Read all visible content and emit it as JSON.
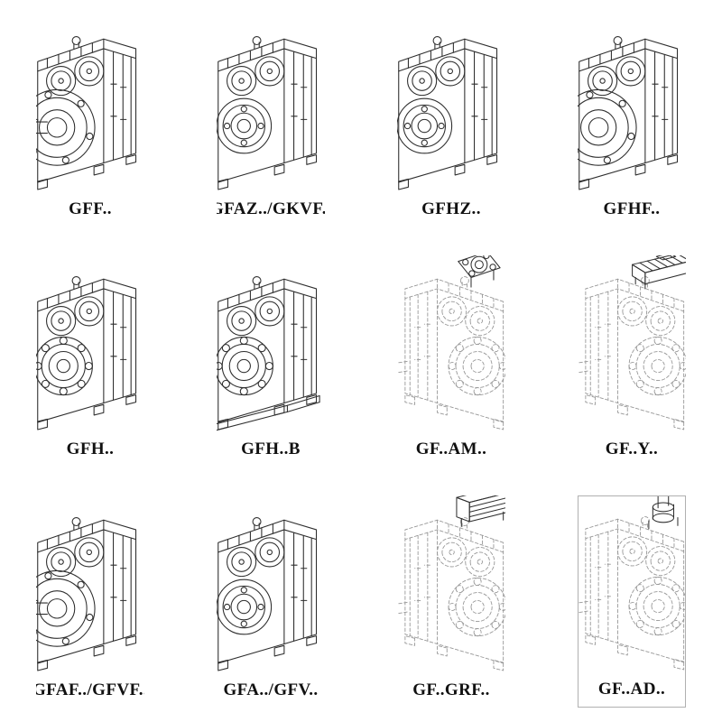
{
  "page": {
    "background": "#ffffff",
    "description": "Gear unit model range catalog sheet"
  },
  "colors": {
    "line_solid": "#2e2e2e",
    "line_dashed": "#979797",
    "label_text": "#111111",
    "cell_border": "#b0b0b0"
  },
  "catalog": {
    "items": [
      {
        "label": "GFF..",
        "drawing": "gearbox-flange-shaft-solid"
      },
      {
        "label": "GFAZ../GKVF..",
        "drawing": "gearbox-hollow-shaft-solid"
      },
      {
        "label": "GFHZ..",
        "drawing": "gearbox-hollow-shaft-solid"
      },
      {
        "label": "GFHF..",
        "drawing": "gearbox-flange-solid"
      },
      {
        "label": "GFH..",
        "drawing": "gearbox-bearing-solid"
      },
      {
        "label": "GFH..B",
        "drawing": "gearbox-bearing-base-solid"
      },
      {
        "label": "GF..AM..",
        "drawing": "gearbox-dashed-input-flange"
      },
      {
        "label": "GF..Y..",
        "drawing": "gearbox-dashed-motor"
      },
      {
        "label": "GFAF../GFVF..",
        "drawing": "gearbox-flange-shaft-solid"
      },
      {
        "label": "GFA../GFV..",
        "drawing": "gearbox-hollow-shaft-solid"
      },
      {
        "label": "GF..GRF..",
        "drawing": "gearbox-dashed-adapter-housing"
      },
      {
        "label": "GF..AD..",
        "drawing": "gearbox-dashed-input-shaft"
      }
    ]
  }
}
